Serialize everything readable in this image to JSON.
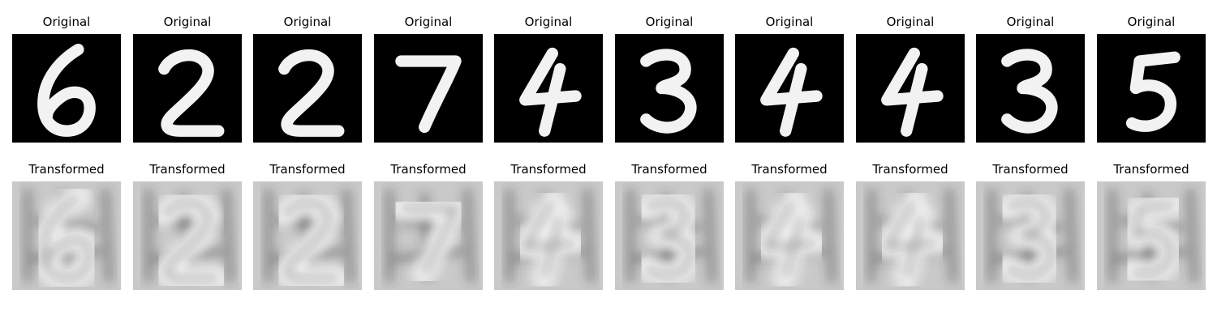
{
  "figure": {
    "rows": [
      {
        "row_id": "original",
        "panels": [
          {
            "title": "Original",
            "label": "6"
          },
          {
            "title": "Original",
            "label": "2"
          },
          {
            "title": "Original",
            "label": "2"
          },
          {
            "title": "Original",
            "label": "7"
          },
          {
            "title": "Original",
            "label": "4"
          },
          {
            "title": "Original",
            "label": "3"
          },
          {
            "title": "Original",
            "label": "4"
          },
          {
            "title": "Original",
            "label": "4"
          },
          {
            "title": "Original",
            "label": "3"
          },
          {
            "title": "Original",
            "label": "5"
          }
        ]
      },
      {
        "row_id": "transformed",
        "panels": [
          {
            "title": "Transformed",
            "label": "6"
          },
          {
            "title": "Transformed",
            "label": "2"
          },
          {
            "title": "Transformed",
            "label": "2"
          },
          {
            "title": "Transformed",
            "label": "7"
          },
          {
            "title": "Transformed",
            "label": "4"
          },
          {
            "title": "Transformed",
            "label": "3"
          },
          {
            "title": "Transformed",
            "label": "4"
          },
          {
            "title": "Transformed",
            "label": "4"
          },
          {
            "title": "Transformed",
            "label": "3"
          },
          {
            "title": "Transformed",
            "label": "5"
          }
        ]
      }
    ],
    "colors": {
      "original_background": "#000000",
      "original_stroke": "#f2f2f2",
      "transformed_background": "#c9c9c9",
      "transformed_stroke": "#f5f5f5",
      "transformed_shadow": "#3a3a3a"
    }
  }
}
